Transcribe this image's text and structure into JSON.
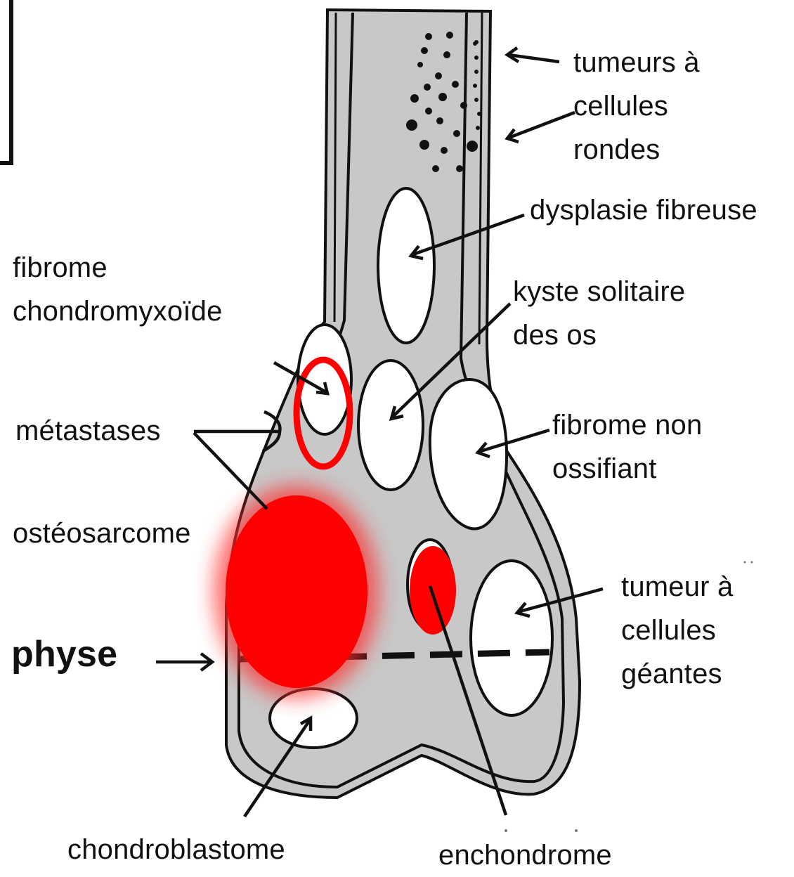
{
  "colors": {
    "bone_fill": "#c8c8c8",
    "outline": "#111111",
    "lesion_red": "#ff0000",
    "background": "#ffffff"
  },
  "labels": {
    "round_cell_tumors": "tumeurs à\ncellules\nrondes",
    "fibrous_dysplasia": "dysplasie fibreuse",
    "solitary_bone_cyst": "kyste solitaire\ndes os",
    "non_ossifying_fibroma": "fibrome non\nossifiant",
    "giant_cell_tumor": "tumeur à\ncellules\ngéantes",
    "chondromyxoid_fibroma": "fibrome\nchondromyxoïde",
    "metastases": "métastases",
    "osteosarcoma": "ostéosarcome",
    "physis": "physe",
    "chondroblastoma": "chondroblastome",
    "enchondroma": "enchondrome"
  }
}
